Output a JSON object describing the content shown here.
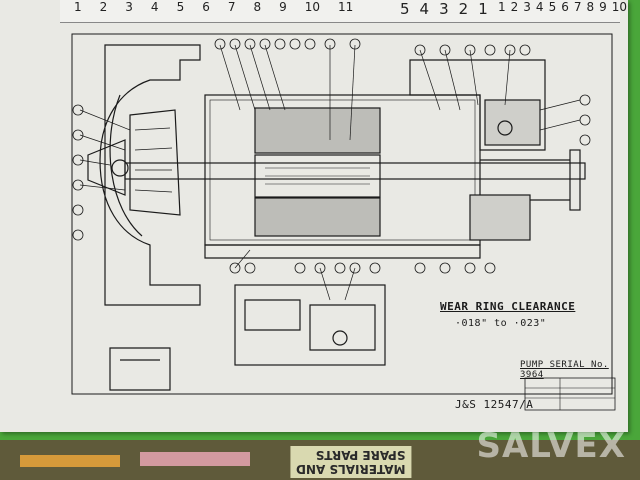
{
  "ruler": {
    "left_numbers": [
      "1",
      "2",
      "3",
      "4",
      "5",
      "6",
      "7",
      "8",
      "9",
      "10",
      "11"
    ],
    "center_numbers": [
      "5",
      "4",
      "3",
      "2",
      "1"
    ],
    "right_numbers": [
      "1",
      "2",
      "3",
      "4",
      "5",
      "6",
      "7",
      "8",
      "9",
      "10"
    ]
  },
  "notes": {
    "wear_ring_title": "WEAR RING CLEARANCE",
    "wear_ring_values": "·018\" to ·023\"",
    "pump_serial": "PUMP SERIAL No. 3964",
    "drawing_number": "J&S 12547/A"
  },
  "stickers": {
    "materials_line1": "MATERIALS AND",
    "materials_line2": "SPARE PARTS"
  },
  "watermark": "SALVEX",
  "colors": {
    "board": "#4aa63a",
    "paper": "#e9e9e4",
    "ink": "#1b1b1b"
  }
}
